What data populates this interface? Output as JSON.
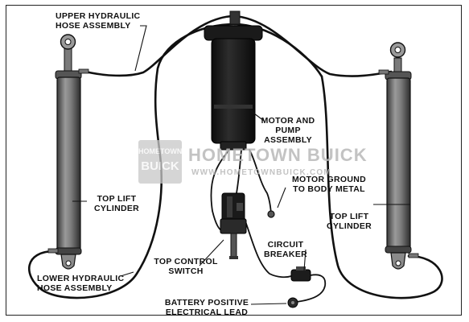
{
  "labels": {
    "upper_hose": [
      "UPPER HYDRAULIC",
      "HOSE ASSEMBLY"
    ],
    "motor_pump": [
      "MOTOR AND",
      "PUMP",
      "ASSEMBLY"
    ],
    "motor_ground": [
      "MOTOR GROUND",
      "TO BODY METAL"
    ],
    "left_cylinder": [
      "TOP LIFT",
      "CYLINDER"
    ],
    "right_cylinder": [
      "TOP LIFT",
      "CYLINDER"
    ],
    "circuit_breaker": [
      "CIRCUIT",
      "BREAKER"
    ],
    "control_switch": [
      "TOP CONTROL",
      "SWITCH"
    ],
    "lower_hose": [
      "LOWER HYDRAULIC",
      "HOSE ASSEMBLY"
    ],
    "battery_lead": [
      "BATTERY POSITIVE",
      "ELECTRICAL LEAD"
    ]
  },
  "watermark": {
    "logo_top": "HOMETOWN",
    "logo_bottom": "BUICK",
    "title": "HOMETOWN BUICK",
    "url": "WWW.HOMETOWNBUICK.COM"
  }
}
